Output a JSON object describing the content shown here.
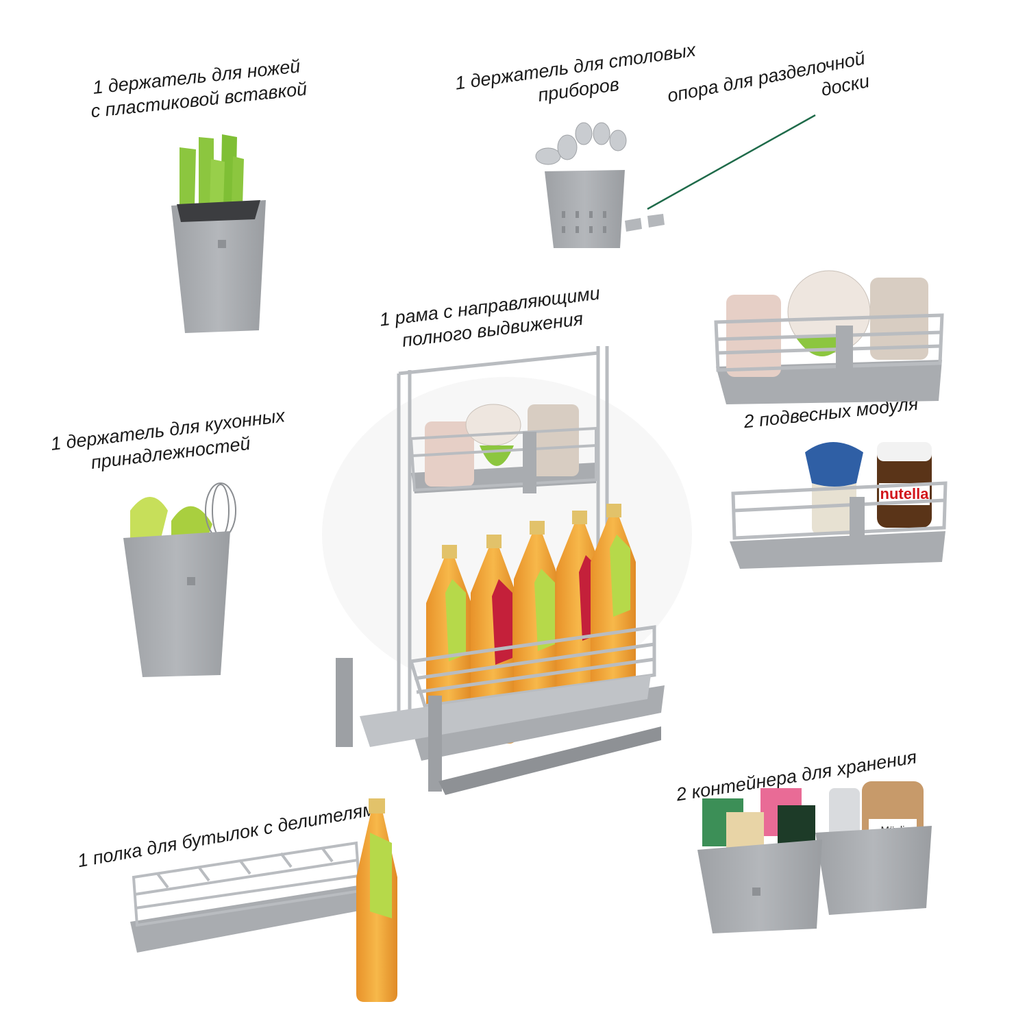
{
  "labels": {
    "knife_holder": [
      "1 держатель для ножей",
      "с пластиковой вставкой"
    ],
    "cutlery_holder": [
      "1 держатель для столовых",
      "приборов"
    ],
    "board_support": [
      "опора для разделочной",
      "доски"
    ],
    "frame": [
      "1 рама с направляющими",
      "полного выдвижения"
    ],
    "utensil_holder": [
      "1 держатель для кухонных",
      "принадлежностей"
    ],
    "hanging_modules": "2 подвесных модуля",
    "bottle_shelf": "1 полка для бутылок с делителями",
    "containers": "2 контейнера для хранения"
  },
  "product_text": {
    "jar_brand": "nutella",
    "bag_label": "Müsli"
  },
  "colors": {
    "green_accent": "#8cc63f",
    "line_green": "#1f6b4a",
    "gray_plastic": "#a9acb0",
    "wire": "#b9bcc0",
    "juice": "#f2a73a"
  }
}
